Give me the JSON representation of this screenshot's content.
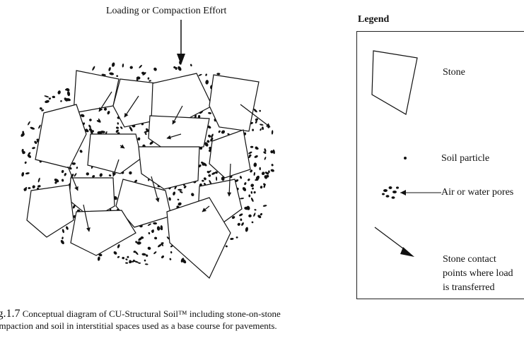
{
  "top_label": "Loading or Compaction Effort",
  "legend": {
    "title": "Legend",
    "items": {
      "stone": "Stone",
      "soil": "Soil particle",
      "pores": "Air or water pores",
      "contact_line1": "Stone contact",
      "contact_line2": "points where load",
      "contact_line3": "is transferred"
    }
  },
  "caption": {
    "figure_number": "ig.1.7",
    "line1": " Conceptual diagram of CU-Structural Soil™ including stone-on-stone",
    "line2": "ompaction and soil in interstitial spaces used as a base course for pavements."
  }
}
